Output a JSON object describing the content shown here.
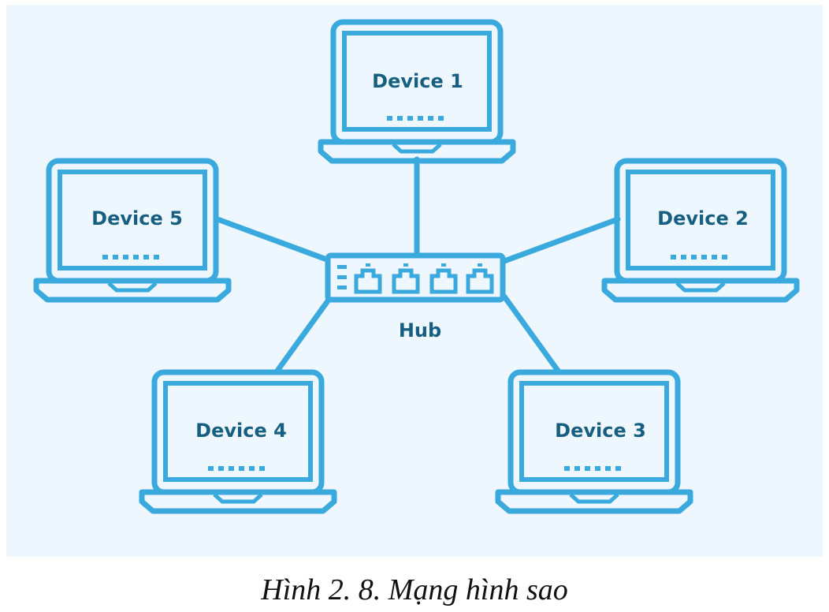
{
  "diagram": {
    "hub": {
      "label": "Hub"
    },
    "devices": [
      {
        "label": "Device 1"
      },
      {
        "label": "Device 2"
      },
      {
        "label": "Device 3"
      },
      {
        "label": "Device 4"
      },
      {
        "label": "Device 5"
      }
    ],
    "colors": {
      "background": "#eef7fd",
      "stroke": "#3aa9dd",
      "text": "#175f80"
    }
  },
  "caption": "Hình 2. 8. Mạng hình sao"
}
